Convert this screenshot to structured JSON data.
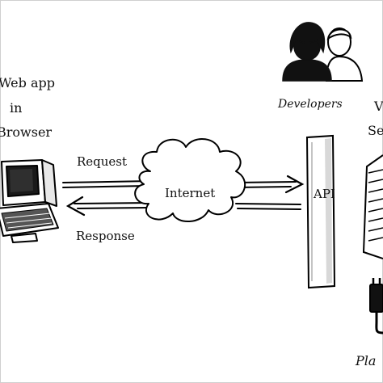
{
  "diagram": {
    "client_label_lines": [
      "Web app",
      "in",
      "Browser"
    ],
    "request_label": "Request",
    "response_label": "Response",
    "internet_label": "Internet",
    "api_label": "API",
    "developers_label": "Developers",
    "server_label_partial_lines": [
      "V",
      "Se"
    ],
    "platform_label_partial": "Pla"
  }
}
